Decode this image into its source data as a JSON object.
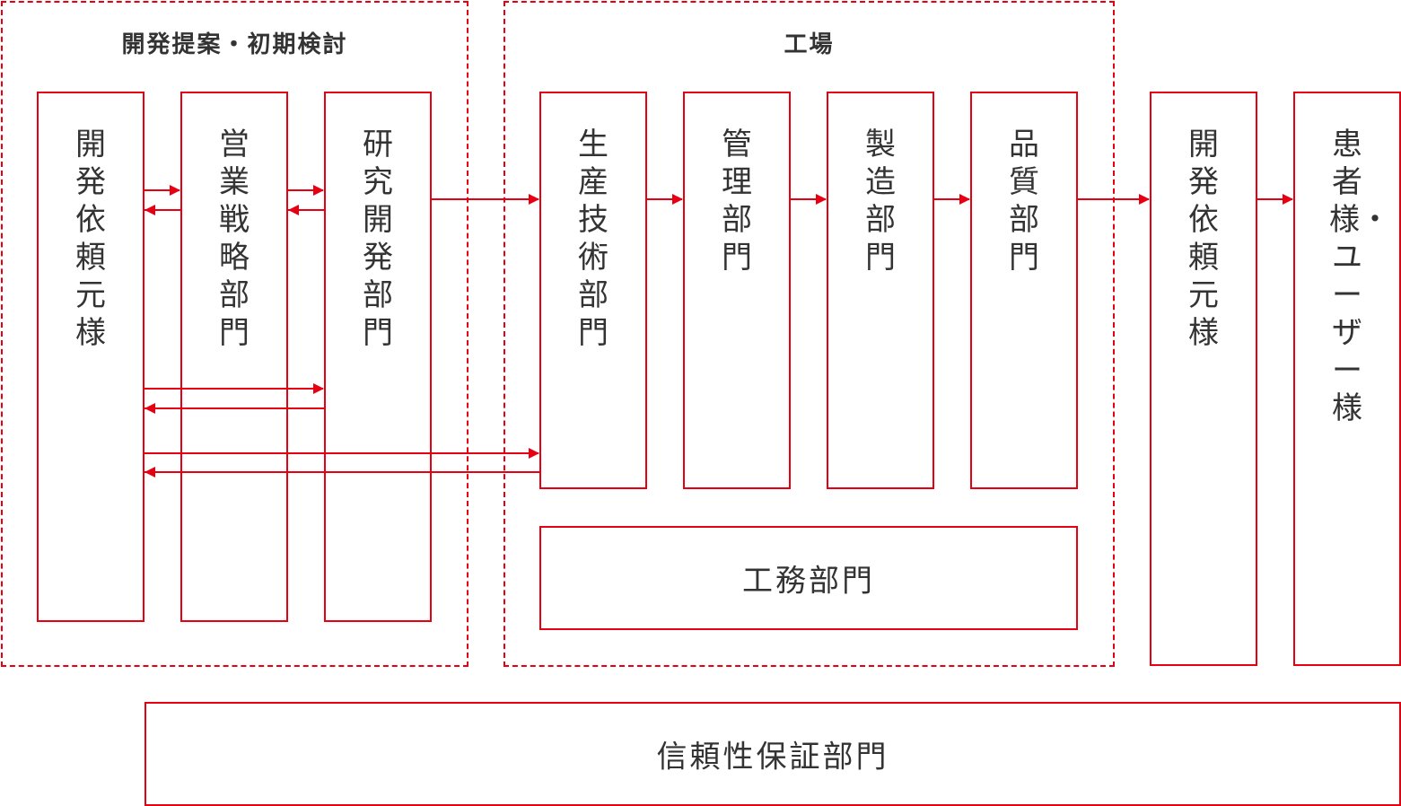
{
  "colors": {
    "accent": "#e60012",
    "text": "#333333"
  },
  "groups": {
    "development": "開発提案・初期検討",
    "factory": "工場"
  },
  "boxes": {
    "requester_left": "開発依頼元様",
    "sales_strategy": "営業戦略部門",
    "research_dev": "研究開発部門",
    "production_tech": "生産技術部門",
    "management": "管理部門",
    "manufacturing": "製造部門",
    "quality": "品質部門",
    "requester_right": "開発依頼元様",
    "patients_users": "患者様・ユーザー様",
    "general_affairs": "工務部門",
    "reliability": "信頼性保証部門"
  }
}
